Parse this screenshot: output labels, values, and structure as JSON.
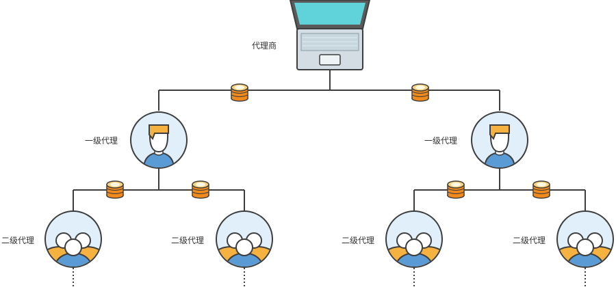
{
  "root": {
    "label": "代理商",
    "icon": "laptop-icon"
  },
  "level1": [
    {
      "label": "一级代理",
      "icon": "agent-person-icon"
    },
    {
      "label": "一级代理",
      "icon": "agent-person-icon"
    }
  ],
  "level2": [
    {
      "label": "二级代理",
      "icon": "agent-group-icon"
    },
    {
      "label": "二级代理",
      "icon": "agent-group-icon"
    },
    {
      "label": "二级代理",
      "icon": "agent-group-icon"
    },
    {
      "label": "二级代理",
      "icon": "agent-group-icon"
    }
  ],
  "connector_icon": "coin-stack-icon",
  "colors": {
    "line": "#3d3d3d",
    "circle_fill": "#e1effa",
    "hair": "#f5b240",
    "shirt": "#5b9bd5",
    "coin": "#f08a1c",
    "coin_top": "#fbd27a",
    "screen": "#5fd3d9",
    "laptop_body": "#d3dde3"
  }
}
